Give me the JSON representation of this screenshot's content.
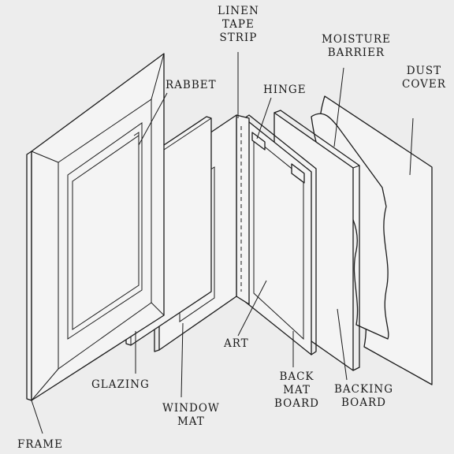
{
  "labels": {
    "linen_tape_strip": [
      "LINEN",
      "TAPE",
      "STRIP"
    ],
    "moisture_barrier": [
      "MOISTURE",
      "BARRIER"
    ],
    "dust_cover": [
      "DUST",
      "COVER"
    ],
    "rabbet": [
      "RABBET"
    ],
    "hinge": [
      "HINGE"
    ],
    "art": [
      "ART"
    ],
    "glazing": [
      "GLAZING"
    ],
    "window_mat": [
      "WINDOW",
      "MAT"
    ],
    "back_mat_board": [
      "BACK",
      "MAT",
      "BOARD"
    ],
    "backing_board": [
      "BACKING",
      "BOARD"
    ],
    "frame": [
      "FRAME"
    ]
  }
}
